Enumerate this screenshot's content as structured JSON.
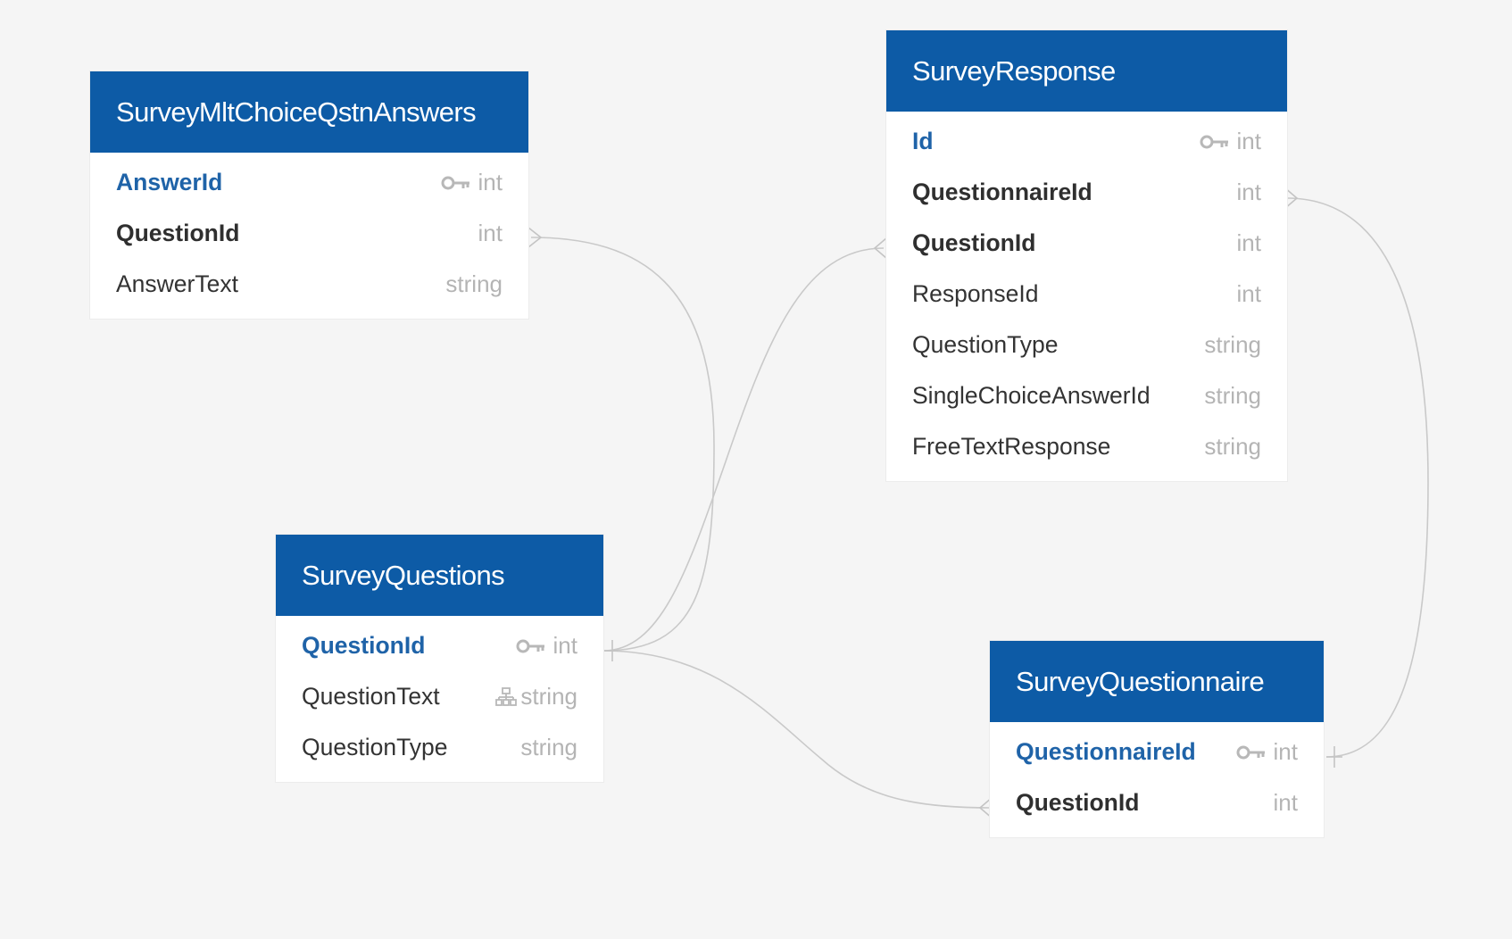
{
  "colors": {
    "header_bg": "#0d5ba6",
    "header_text": "#ffffff",
    "pk_text": "#1f63a8",
    "type_text": "#b4b4b4",
    "connector": "#c9c9c9",
    "canvas_bg": "#f5f5f5"
  },
  "tables": {
    "answers": {
      "name": "SurveyMltChoiceQstnAnswers",
      "fields": [
        {
          "name": "AnswerId",
          "type": "int",
          "primary_key": true,
          "icon": "key-icon"
        },
        {
          "name": "QuestionId",
          "type": "int",
          "strong": true
        },
        {
          "name": "AnswerText",
          "type": "string"
        }
      ]
    },
    "response": {
      "name": "SurveyResponse",
      "fields": [
        {
          "name": "Id",
          "type": "int",
          "primary_key": true,
          "icon": "key-icon"
        },
        {
          "name": "QuestionnaireId",
          "type": "int",
          "strong": true
        },
        {
          "name": "QuestionId",
          "type": "int",
          "strong": true
        },
        {
          "name": "ResponseId",
          "type": "int"
        },
        {
          "name": "QuestionType",
          "type": "string"
        },
        {
          "name": "SingleChoiceAnswerId",
          "type": "string"
        },
        {
          "name": "FreeTextResponse",
          "type": "string"
        }
      ]
    },
    "questions": {
      "name": "SurveyQuestions",
      "fields": [
        {
          "name": "QuestionId",
          "type": "int",
          "primary_key": true,
          "icon": "key-icon"
        },
        {
          "name": "QuestionText",
          "type": "string",
          "icon": "hierarchy-icon"
        },
        {
          "name": "QuestionType",
          "type": "string"
        }
      ]
    },
    "questionnaire": {
      "name": "SurveyQuestionnaire",
      "fields": [
        {
          "name": "QuestionnaireId",
          "type": "int",
          "primary_key": true,
          "icon": "key-icon"
        },
        {
          "name": "QuestionId",
          "type": "int",
          "strong": true
        }
      ]
    }
  },
  "relationships": [
    {
      "from": "SurveyQuestions.QuestionId",
      "to": "SurveyMltChoiceQstnAnswers.QuestionId",
      "cardinality": "one-to-many"
    },
    {
      "from": "SurveyQuestions.QuestionId",
      "to": "SurveyResponse.QuestionId",
      "cardinality": "one-to-many"
    },
    {
      "from": "SurveyQuestions.QuestionId",
      "to": "SurveyQuestionnaire.QuestionId",
      "cardinality": "one-to-many"
    },
    {
      "from": "SurveyQuestionnaire.QuestionnaireId",
      "to": "SurveyResponse.QuestionnaireId",
      "cardinality": "one-to-many"
    }
  ]
}
